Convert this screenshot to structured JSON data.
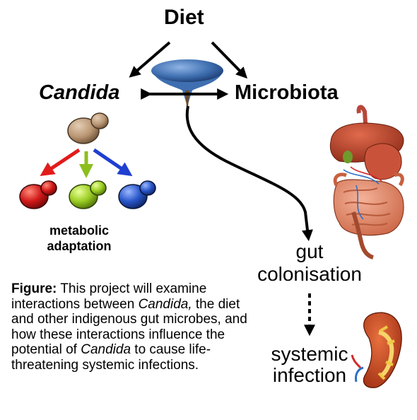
{
  "nodes": {
    "diet": "Diet",
    "candida": "Candida",
    "microbiota": "Microbiota",
    "metabolic_adaptation": "metabolic adaptation",
    "gut_colonisation": "gut colonisation",
    "systemic_infection": "systemic infection"
  },
  "caption": {
    "label": "Figure:",
    "part1": " This project will examine interactions between ",
    "candida1": "Candida,",
    "part2": " the diet and other indigenous gut microbes, and how these interactions influence the potential of ",
    "candida2": "Candida",
    "part3": " to cause life-threatening systemic infections."
  },
  "colors": {
    "funnel": "#3f6fb0",
    "funnel_tail": "#6b4a2a",
    "mother_cell": "#b89572",
    "arrow_red": "#e21b1b",
    "arrow_green": "#8cbe1e",
    "arrow_blue": "#1f3fd0",
    "cell_red": "#d01818",
    "cell_green": "#9acd22",
    "cell_blue": "#2855c8"
  },
  "icons": [
    "funnel-icon",
    "yeast-cell-icon",
    "digestive-system-illustration",
    "kidney-illustration"
  ]
}
